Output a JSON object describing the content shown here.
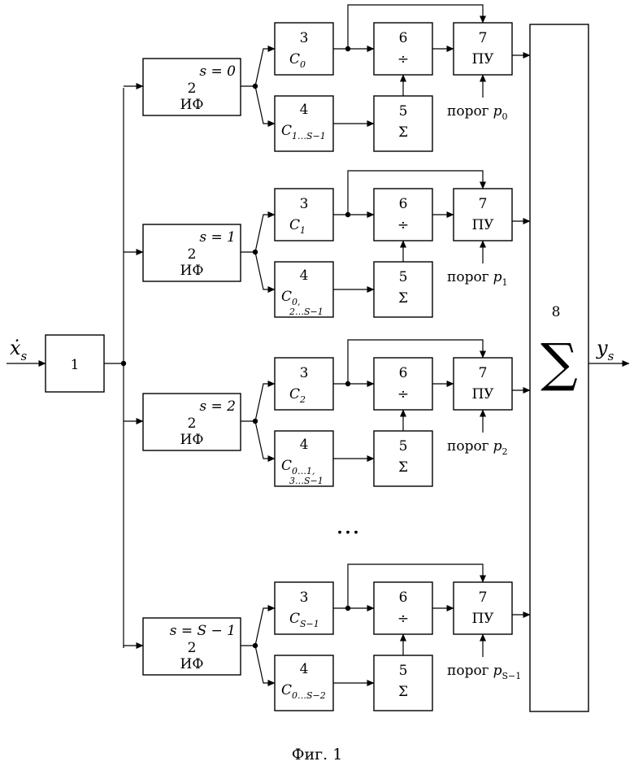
{
  "input": {
    "symbol": "ẋ",
    "subscript": "s"
  },
  "block1": {
    "number": "1"
  },
  "output": {
    "symbol": "y",
    "subscript": "s"
  },
  "summator": {
    "number": "8",
    "symbol": "∑"
  },
  "filter": {
    "number": "2",
    "label": "ИФ"
  },
  "corr_own": {
    "number": "3"
  },
  "corr_other": {
    "number": "4"
  },
  "adder": {
    "number": "5",
    "symbol": "Σ"
  },
  "divider": {
    "number": "6",
    "symbol": "÷"
  },
  "threshold": {
    "number": "7",
    "label": "ПУ"
  },
  "channels": [
    {
      "s_label": "s = 0",
      "own_c": "C",
      "own_sub": "0",
      "other_c": "C",
      "other_sub1": "1…S−1",
      "other_sub2": "",
      "threshold_word": "порог",
      "threshold_p": "p",
      "threshold_sub": "0"
    },
    {
      "s_label": "s = 1",
      "own_c": "C",
      "own_sub": "1",
      "other_c": "C",
      "other_sub1": "0,",
      "other_sub2": "2…S−1",
      "threshold_word": "порог",
      "threshold_p": "p",
      "threshold_sub": "1"
    },
    {
      "s_label": "s = 2",
      "own_c": "C",
      "own_sub": "2",
      "other_c": "C",
      "other_sub1": "0…1,",
      "other_sub2": "3…S−1",
      "threshold_word": "порог",
      "threshold_p": "p",
      "threshold_sub": "2"
    },
    {
      "s_label": "s = S − 1",
      "own_c": "C",
      "own_sub": "S−1",
      "other_c": "C",
      "other_sub1": "0…S−2",
      "other_sub2": "",
      "threshold_word": "порог",
      "threshold_p": "p",
      "threshold_sub": "S−1"
    }
  ],
  "ellipsis": "…",
  "caption": "Фиг. 1"
}
